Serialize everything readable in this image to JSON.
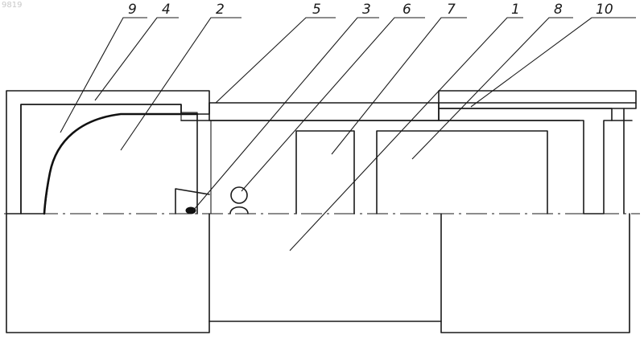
{
  "stamp": {
    "text": "9819"
  },
  "callouts": [
    {
      "id": "9",
      "label": "9"
    },
    {
      "id": "4",
      "label": "4"
    },
    {
      "id": "2",
      "label": "2"
    },
    {
      "id": "5",
      "label": "5"
    },
    {
      "id": "3",
      "label": "3"
    },
    {
      "id": "6",
      "label": "6"
    },
    {
      "id": "7",
      "label": "7"
    },
    {
      "id": "1",
      "label": "1"
    },
    {
      "id": "8",
      "label": "8"
    },
    {
      "id": "10",
      "label": "10"
    }
  ]
}
